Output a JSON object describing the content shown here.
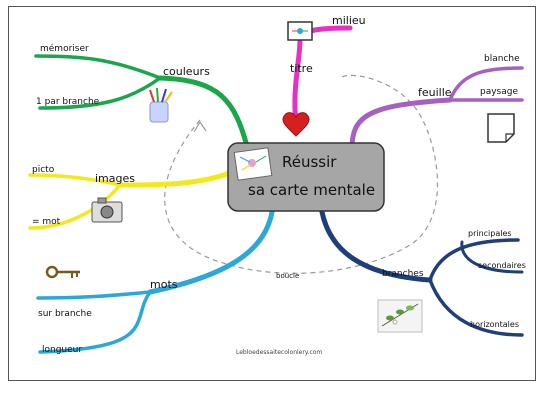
{
  "center": {
    "line1": "Réussir",
    "line2": "sa carte mentale"
  },
  "branches": {
    "green": {
      "label": "couleurs",
      "sub1": "mémoriser",
      "sub2": "1 par branche"
    },
    "yellow": {
      "label": "images",
      "sub1": "picto",
      "sub2": "= mot"
    },
    "blue": {
      "label": "mots",
      "sub1": "sur branche",
      "sub2": "longueur"
    },
    "magenta": {
      "label": "titre",
      "sub1": "milieu"
    },
    "purple": {
      "label": "feuille",
      "sub1": "blanche",
      "sub2": "paysage"
    },
    "navy": {
      "label": "branches",
      "sub1": "principales",
      "sub2": "secondaires",
      "sub3": "horizontales"
    }
  },
  "loop_label": "boucle",
  "credit": "Lebloedessaitecolonlery.com",
  "colors": {
    "green": "#1aa64a",
    "yellow": "#f2e81a",
    "blue": "#2aa8dc",
    "magenta": "#e630c8",
    "purple": "#a860c0",
    "navy": "#1e3f7a",
    "center_fill": "#a6a6a6"
  },
  "icons": [
    "crayons-icon",
    "camera-icon",
    "key-icon",
    "monitor-icon",
    "heart-icon",
    "paper-icon",
    "map-thumbnail-icon",
    "leaf-branch-icon"
  ]
}
